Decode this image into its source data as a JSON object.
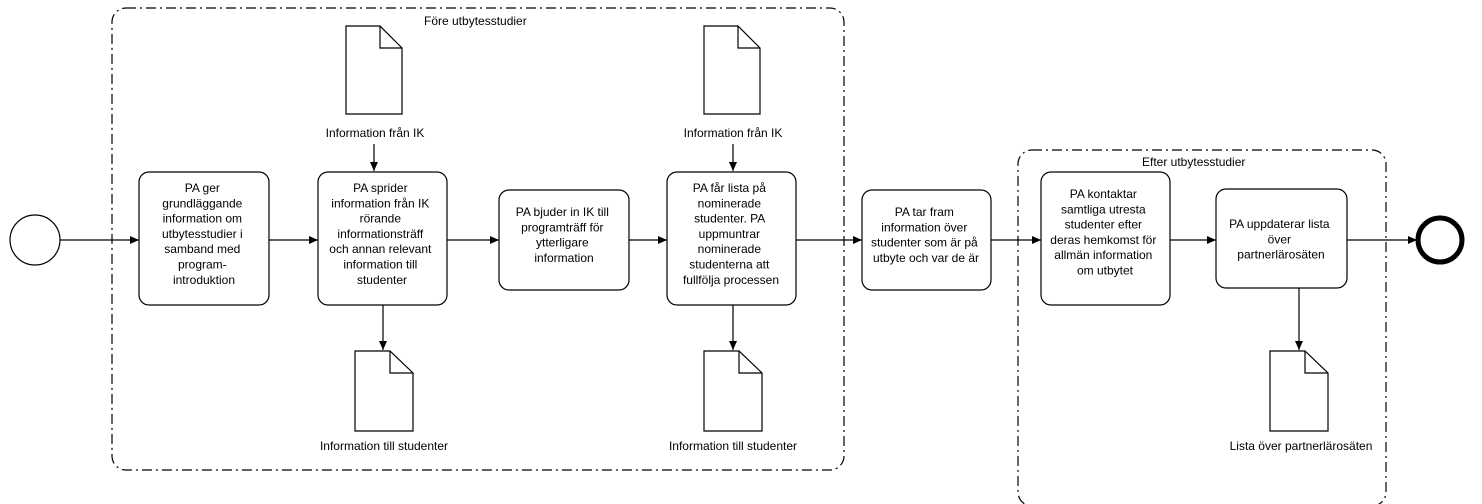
{
  "groups": {
    "before": "Före utbytesstudier",
    "after": "Efter utbytesstudier"
  },
  "tasks": {
    "t1": [
      "PA ger",
      "grundläggande",
      "information om",
      "utbytesstudier i",
      "samband med",
      "program-",
      "introduktion"
    ],
    "t2": [
      "PA sprider",
      "information från IK",
      "rörande",
      "informationsträff",
      "och annan relevant",
      "information till",
      "studenter"
    ],
    "t3": [
      "PA bjuder in IK till",
      "programträff för",
      "ytterligare",
      "information"
    ],
    "t4": [
      "PA får lista på",
      "nominerade",
      "studenter.  PA",
      "uppmuntrar",
      "nominerade",
      "studenterna att",
      "fullfölja processen"
    ],
    "t5": [
      "PA tar fram",
      "information över",
      "studenter som är på",
      "utbyte och var de är"
    ],
    "t6": [
      "PA kontaktar",
      "samtliga utresta",
      "studenter efter",
      "deras hemkomst för",
      "allmän information",
      "om utbytet"
    ],
    "t7": [
      "PA uppdaterar lista",
      "över",
      "partnerlärosäten"
    ]
  },
  "documents": {
    "d1": "Information från IK",
    "d2": "Information till studenter",
    "d3": "Information från IK",
    "d4": "Information till studenter",
    "d5": "Lista över partnerlärosäten"
  }
}
